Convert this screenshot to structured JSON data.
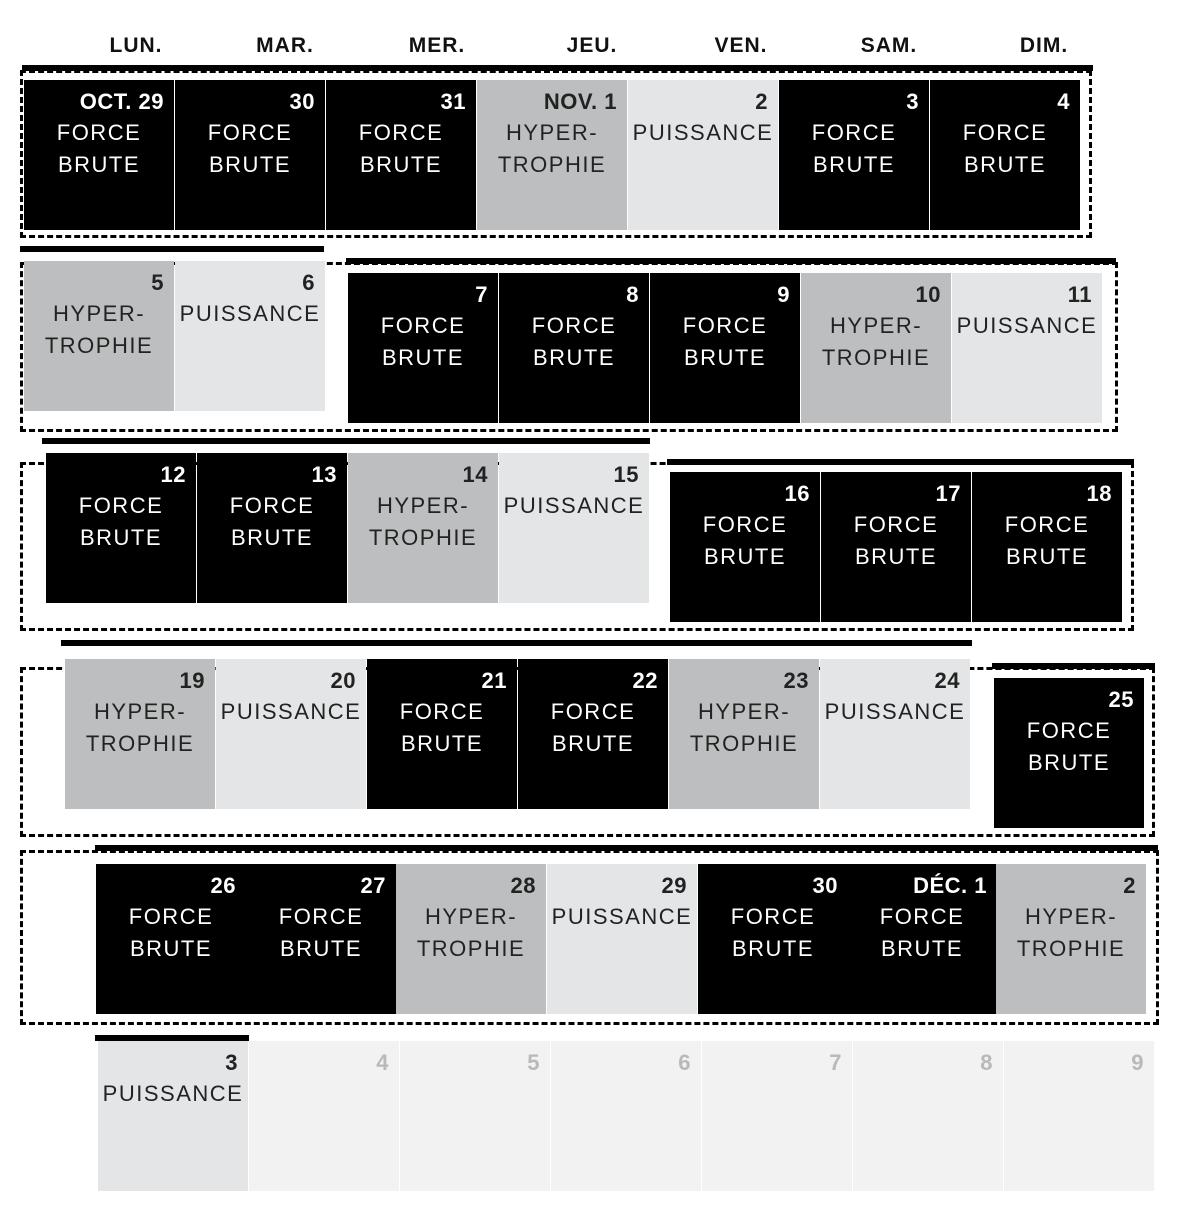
{
  "days": [
    "LUN.",
    "MAR.",
    "MER.",
    "JEU.",
    "VEN.",
    "SAM.",
    "DIM."
  ],
  "phases": {
    "force": "FORCE\nBRUTE",
    "hyper": "HYPER-\nTROPHIE",
    "puissance": "PUISSANCE"
  },
  "colors": {
    "force": "#000000",
    "hyper": "#bdbebf",
    "puissance": "#e4e5e6",
    "empty": "#f2f2f3"
  },
  "weeks": [
    [
      {
        "date": "OCT. 29",
        "phase": "force"
      },
      {
        "date": "30",
        "phase": "force"
      },
      {
        "date": "31",
        "phase": "force"
      },
      {
        "date": "NOV. 1",
        "phase": "hyper"
      },
      {
        "date": "2",
        "phase": "puissance"
      },
      {
        "date": "3",
        "phase": "force"
      },
      {
        "date": "4",
        "phase": "force"
      }
    ],
    [
      {
        "date": "5",
        "phase": "hyper"
      },
      {
        "date": "6",
        "phase": "puissance"
      },
      {
        "date": "7",
        "phase": "force"
      },
      {
        "date": "8",
        "phase": "force"
      },
      {
        "date": "9",
        "phase": "force"
      },
      {
        "date": "10",
        "phase": "hyper"
      },
      {
        "date": "11",
        "phase": "puissance"
      }
    ],
    [
      {
        "date": "12",
        "phase": "force"
      },
      {
        "date": "13",
        "phase": "force"
      },
      {
        "date": "14",
        "phase": "hyper"
      },
      {
        "date": "15",
        "phase": "puissance"
      },
      {
        "date": "16",
        "phase": "force"
      },
      {
        "date": "17",
        "phase": "force"
      },
      {
        "date": "18",
        "phase": "force"
      }
    ],
    [
      {
        "date": "19",
        "phase": "hyper"
      },
      {
        "date": "20",
        "phase": "puissance"
      },
      {
        "date": "21",
        "phase": "force"
      },
      {
        "date": "22",
        "phase": "force"
      },
      {
        "date": "23",
        "phase": "hyper"
      },
      {
        "date": "24",
        "phase": "puissance"
      },
      {
        "date": "25",
        "phase": "force"
      }
    ],
    [
      {
        "date": "26",
        "phase": "force"
      },
      {
        "date": "27",
        "phase": "force"
      },
      {
        "date": "28",
        "phase": "hyper"
      },
      {
        "date": "29",
        "phase": "puissance"
      },
      {
        "date": "30",
        "phase": "force"
      },
      {
        "date": "DÉC. 1",
        "phase": "force"
      },
      {
        "date": "2",
        "phase": "hyper"
      }
    ],
    [
      {
        "date": "3",
        "phase": "puissance"
      },
      {
        "date": "4",
        "phase": "empty"
      },
      {
        "date": "5",
        "phase": "empty"
      },
      {
        "date": "6",
        "phase": "empty"
      },
      {
        "date": "7",
        "phase": "empty"
      },
      {
        "date": "8",
        "phase": "empty"
      },
      {
        "date": "9",
        "phase": "empty"
      }
    ]
  ]
}
